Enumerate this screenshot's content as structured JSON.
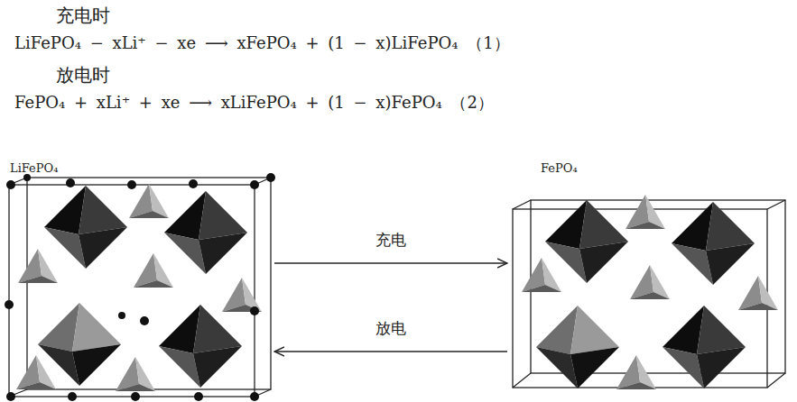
{
  "diagram": {
    "nodes": [
      {
        "text": [
          "LiFePO₄"
        ]
      },
      {
        "text": [
          "FePO₄"
        ]
      }
    ],
    "edges": [
      {
        "from": 0,
        "to": 1,
        "label": "充电",
        "arrow": "to"
      },
      {
        "from": 1,
        "to": 0,
        "label": "放电",
        "arrow": "to"
      }
    ],
    "labels": [
      "充电时",
      "LiFePO₄ − xLi⁺ − xe ⟶ xFePO₄ + (1 − x)LiFePO₄ （1）",
      "放电时",
      "FePO₄ + xLi⁺ + xe ⟶ xLiFePO₄ + (1 − x)FePO₄ （2）"
    ]
  }
}
